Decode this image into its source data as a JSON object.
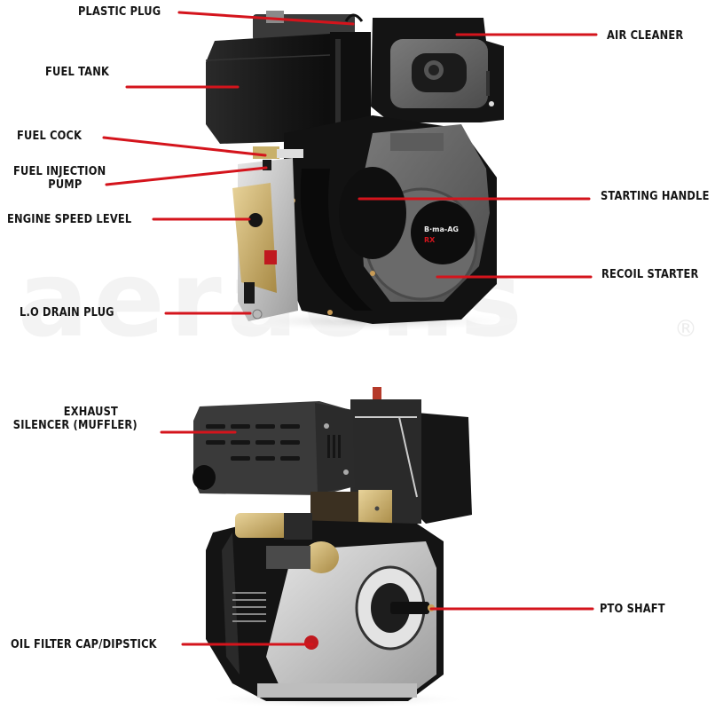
{
  "watermark": {
    "text": "aeraons",
    "registered_mark": "®"
  },
  "colors": {
    "leader_line": "#d4141c",
    "label_text": "#141414",
    "engine_black": "#1a1a1a",
    "engine_gray": "#5a5a5a",
    "cover_gray": "#6b6b6b",
    "brass": "#c9a85a",
    "alloy": "#cfcfcf"
  },
  "top_engine": {
    "brand_badge": {
      "line1": "Bama-AG",
      "line2": "RX"
    },
    "labels": [
      {
        "id": "plastic-plug",
        "text": "PLASTIC PLUG"
      },
      {
        "id": "fuel-tank",
        "text": "FUEL TANK"
      },
      {
        "id": "fuel-cock",
        "text": "FUEL COCK"
      },
      {
        "id": "fuel-injection-pump",
        "line1": "FUEL INJECTION",
        "line2": "PUMP"
      },
      {
        "id": "engine-speed-level",
        "text": "ENGINE SPEED LEVEL"
      },
      {
        "id": "lo-drain-plug",
        "text": "L.O DRAIN PLUG"
      },
      {
        "id": "air-cleaner",
        "text": "AIR CLEANER"
      },
      {
        "id": "starting-handle",
        "text": "STARTING HANDLE"
      },
      {
        "id": "recoil-starter",
        "text": "RECOIL STARTER"
      }
    ]
  },
  "bottom_engine": {
    "labels": [
      {
        "id": "exhaust-silencer",
        "line1": "EXHAUST",
        "line2": "SILENCER (MUFFLER)"
      },
      {
        "id": "pto-shaft",
        "text": "PTO SHAFT"
      },
      {
        "id": "oil-filter-cap",
        "text": "OIL FILTER CAP/DIPSTICK"
      }
    ]
  }
}
